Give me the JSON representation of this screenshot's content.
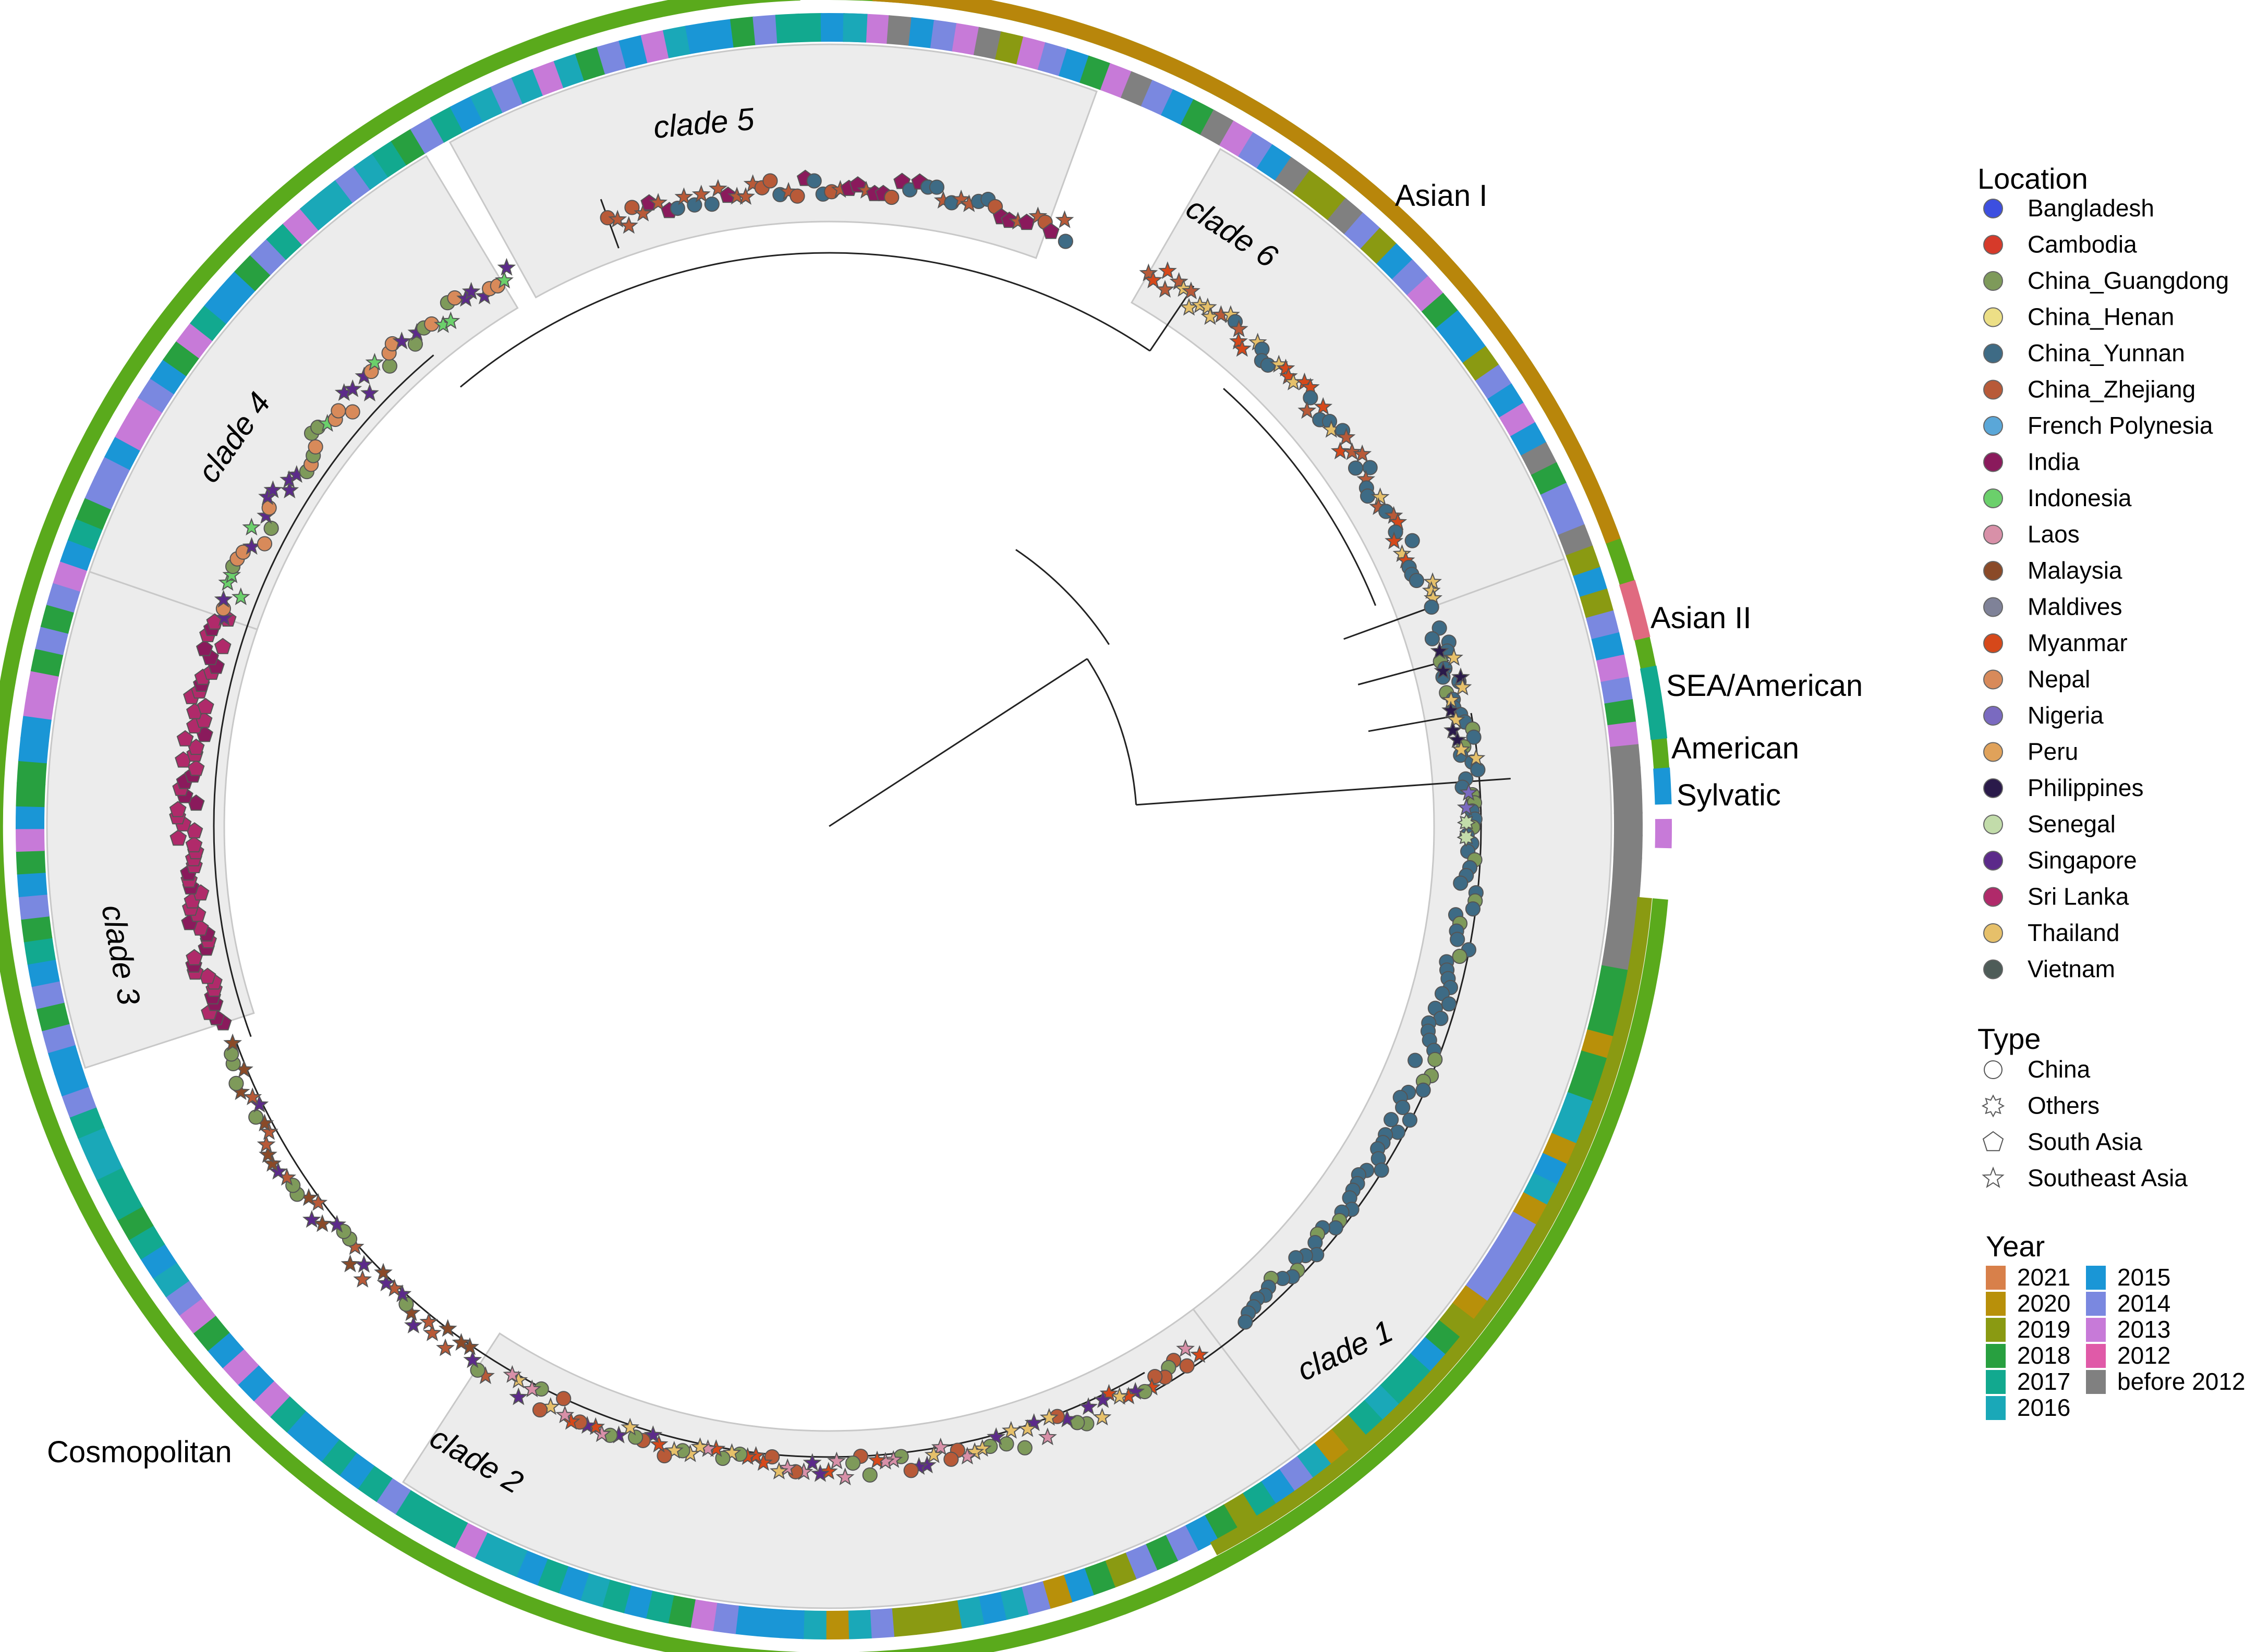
{
  "clade_labels": [
    "clade 1",
    "clade 2",
    "clade 3",
    "clade 4",
    "clade 5",
    "clade 6"
  ],
  "genotype_labels": {
    "asian1": "Asian I",
    "asian2": "Asian II",
    "sea_american": "SEA/American",
    "american": "American",
    "sylvatic": "Sylvatic",
    "cosmopolitan": "Cosmopolitan"
  },
  "genotype_colors": {
    "asian1": "#b8860b",
    "asian2": "#e06a80",
    "sea_american": "#12a98f",
    "american": "#1a96d6",
    "sylvatic": "#c77ad8",
    "cosmopolitan": "#5aaa1c",
    "cosmo_inner": "#8a9a12"
  },
  "legend": {
    "location": {
      "title": "Location",
      "items": [
        {
          "label": "Bangladesh",
          "color": "#3d4fe0"
        },
        {
          "label": "Cambodia",
          "color": "#d63a2a"
        },
        {
          "label": "China_Guangdong",
          "color": "#7e9a5a"
        },
        {
          "label": "China_Henan",
          "color": "#ecdf86"
        },
        {
          "label": "China_Yunnan",
          "color": "#3e6b85"
        },
        {
          "label": "China_Zhejiang",
          "color": "#b85a38"
        },
        {
          "label": "French Polynesia",
          "color": "#5aa7d8"
        },
        {
          "label": "India",
          "color": "#8a1a5c"
        },
        {
          "label": "Indonesia",
          "color": "#6bd06b"
        },
        {
          "label": "Laos",
          "color": "#d890a8"
        },
        {
          "label": "Malaysia",
          "color": "#8a4a28"
        },
        {
          "label": "Maldives",
          "color": "#7f8298"
        },
        {
          "label": "Myanmar",
          "color": "#d6481a"
        },
        {
          "label": "Nepal",
          "color": "#d88a5a"
        },
        {
          "label": "Nigeria",
          "color": "#7a6ac0"
        },
        {
          "label": "Peru",
          "color": "#e0a25a"
        },
        {
          "label": "Philippines",
          "color": "#2a1a4a"
        },
        {
          "label": "Senegal",
          "color": "#c2dcaa"
        },
        {
          "label": "Singapore",
          "color": "#5c2a8a"
        },
        {
          "label": "Sri Lanka",
          "color": "#b02a6a"
        },
        {
          "label": "Thailand",
          "color": "#e6c06a"
        },
        {
          "label": "Vietnam",
          "color": "#4e5c58"
        }
      ]
    },
    "type": {
      "title": "Type",
      "items": [
        {
          "label": "China",
          "shape": "circle"
        },
        {
          "label": "Others",
          "shape": "burst"
        },
        {
          "label": "South Asia",
          "shape": "pentagon"
        },
        {
          "label": "Southeast Asia",
          "shape": "star"
        }
      ]
    },
    "year": {
      "title": "Year",
      "items": [
        {
          "label": "2021",
          "color": "#d8804a"
        },
        {
          "label": "2020",
          "color": "#b8900a"
        },
        {
          "label": "2019",
          "color": "#8a9a12"
        },
        {
          "label": "2018",
          "color": "#28a040"
        },
        {
          "label": "2017",
          "color": "#12a98f"
        },
        {
          "label": "2016",
          "color": "#1aa8b8"
        },
        {
          "label": "2015",
          "color": "#1a96d6"
        },
        {
          "label": "2014",
          "color": "#7a88e0"
        },
        {
          "label": "2013",
          "color": "#c77ad8"
        },
        {
          "label": "2012",
          "color": "#e05aa8"
        },
        {
          "label": "before 2012",
          "color": "#808080"
        }
      ]
    }
  }
}
